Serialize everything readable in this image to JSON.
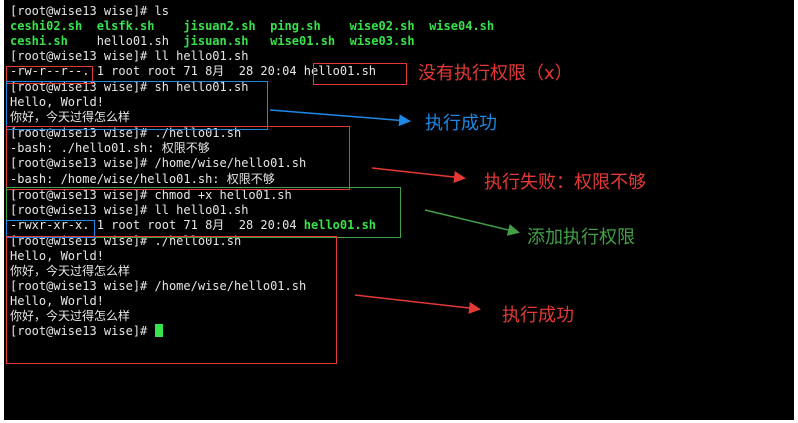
{
  "terminal": {
    "lines": [
      {
        "id": "l1",
        "text": "[root@wise13 wise]# ls"
      },
      {
        "id": "l2",
        "files": [
          "ceshi02.sh",
          "elsfk.sh",
          "jisuan2.sh",
          "ping.sh",
          "wise02.sh",
          "wise04.sh"
        ]
      },
      {
        "id": "l3",
        "files": [
          "ceshi.sh",
          "hello01.sh",
          "jisuan.sh",
          "wise01.sh",
          "wise03.sh"
        ]
      },
      {
        "id": "l4",
        "text": "[root@wise13 wise]# ll hello01.sh"
      },
      {
        "id": "l5",
        "perm": "-rw-r--r--.",
        "rest": " 1 root root 71 8月  28 20:04 ",
        "file": "hello01.sh"
      },
      {
        "id": "l6",
        "text": "[root@wise13 wise]# sh hello01.sh"
      },
      {
        "id": "l7",
        "text": "Hello, World!"
      },
      {
        "id": "l8",
        "text": "你好，今天过得怎么样"
      },
      {
        "id": "l9",
        "text": "[root@wise13 wise]# ./hello01.sh"
      },
      {
        "id": "l10",
        "text": "-bash: ./hello01.sh: 权限不够"
      },
      {
        "id": "l11",
        "text": "[root@wise13 wise]# /home/wise/hello01.sh"
      },
      {
        "id": "l12",
        "text": "-bash: /home/wise/hello01.sh: 权限不够"
      },
      {
        "id": "l13",
        "text": "[root@wise13 wise]# chmod +x hello01.sh"
      },
      {
        "id": "l14",
        "text": "[root@wise13 wise]# ll hello01.sh"
      },
      {
        "id": "l15",
        "perm": "-rwxr-xr-x.",
        "rest": " 1 root root 71 8月  28 20:04 ",
        "file": "hello01.sh"
      },
      {
        "id": "l16",
        "text": "[root@wise13 wise]# ./hello01.sh"
      },
      {
        "id": "l17",
        "text": "Hello, World!"
      },
      {
        "id": "l18",
        "text": "你好，今天过得怎么样"
      },
      {
        "id": "l19",
        "text": "[root@wise13 wise]# /home/wise/hello01.sh"
      },
      {
        "id": "l20",
        "text": "Hello, World!"
      },
      {
        "id": "l21",
        "text": "你好，今天过得怎么样"
      },
      {
        "id": "l22",
        "text": "[root@wise13 wise]# "
      }
    ]
  },
  "annotations": {
    "no_exec": "没有执行权限（x）",
    "exec_ok_1": "执行成功",
    "exec_fail": "执行失败：权限不够",
    "add_exec": "添加执行权限",
    "exec_ok_2": "执行成功"
  },
  "colors": {
    "terminal_bg": "#000000",
    "text": "#e6e6e6",
    "executable_green": "#37e24a",
    "red": "#e53935",
    "blue": "#1e88e5",
    "green": "#43a047"
  }
}
